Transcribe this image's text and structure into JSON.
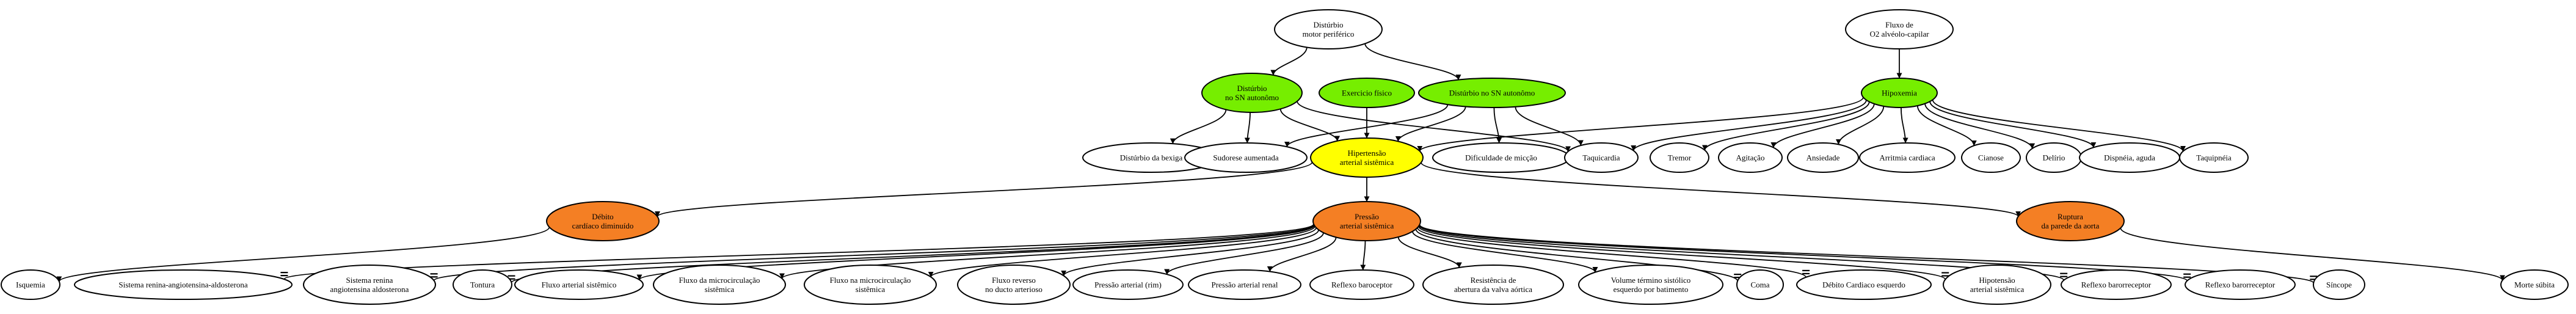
{
  "colors": {
    "green": "#76ee00",
    "yellow": "#ffff00",
    "orange": "#f47f24",
    "white": "#ffffff",
    "stroke": "#000000"
  },
  "nodes": {
    "motor": [
      "Distúrbio",
      "motor periférico"
    ],
    "fluxo_o2": [
      "Fluxo de",
      "O2 alvéolo-capilar"
    ],
    "sn_autonomo_1": [
      "Distúrbio",
      "no SN autonômo"
    ],
    "exercicio": [
      "Exercicio físico"
    ],
    "sn_autonomo_2": [
      "Distúrbio no SN autonômo"
    ],
    "hipoxemia": [
      "Hipoxemia"
    ],
    "bexiga": [
      "Distúrbio da bexiga"
    ],
    "sudorese": [
      "Sudorese aumentada"
    ],
    "hipertensao": [
      "Hipertensão",
      "arterial sistêmica"
    ],
    "miccao": [
      "Dificuldade de micção"
    ],
    "taquicardia": [
      "Taquicardia"
    ],
    "tremor": [
      "Tremor"
    ],
    "agitacao": [
      "Agitação"
    ],
    "ansiedade": [
      "Ansiedade"
    ],
    "arritmia": [
      "Arritmia cardiaca"
    ],
    "cianose": [
      "Cianose"
    ],
    "delirio": [
      "Delírio"
    ],
    "dispneia": [
      "Dispnéia, aguda"
    ],
    "taquipneia": [
      "Taquipnéia"
    ],
    "debito_diminuido": [
      "Débito",
      "cardíaco diminuído"
    ],
    "pressao_sistemica": [
      "Pressão",
      "arterial sistêmica"
    ],
    "ruptura": [
      "Ruptura",
      "da parede da aorta"
    ],
    "isquemia": [
      "Isquemia"
    ],
    "raa_1": [
      "Sistema renina-angiotensina-aldosterona"
    ],
    "raa_2": [
      "Sistema renina",
      "angiotensina aldosterona"
    ],
    "tontura": [
      "Tontura"
    ],
    "fluxo_arterial": [
      "Fluxo arterial sistêmico"
    ],
    "microcirc_1": [
      "Fluxo da microcirculação",
      "sistêmica"
    ],
    "microcirc_2": [
      "Fluxo na microcirculação",
      "sistêmica"
    ],
    "fluxo_reverso": [
      "Fluxo reverso",
      "no ducto arterioso"
    ],
    "pressao_rim": [
      "Pressão arterial (rim)"
    ],
    "pressao_renal": [
      "Pressão arterial renal"
    ],
    "reflexo_baroceptor": [
      "Reflexo baroceptor"
    ],
    "resistencia": [
      "Resistência de",
      "abertura da valva aórtica"
    ],
    "volume_sistolico": [
      "Volume término sistólico",
      "esquerdo por batimento"
    ],
    "coma": [
      "Coma"
    ],
    "debito_esquerdo": [
      "Débito Cardiaco esquerdo"
    ],
    "hipotensao": [
      "Hipotensão",
      "arterial sistêmica"
    ],
    "barorreceptor_1": [
      "Reflexo barorreceptor"
    ],
    "barorreceptor_2": [
      "Reflexo barorreceptor"
    ],
    "sincope": [
      "Síncope"
    ],
    "morte_subita": [
      "Morte súbita"
    ]
  }
}
